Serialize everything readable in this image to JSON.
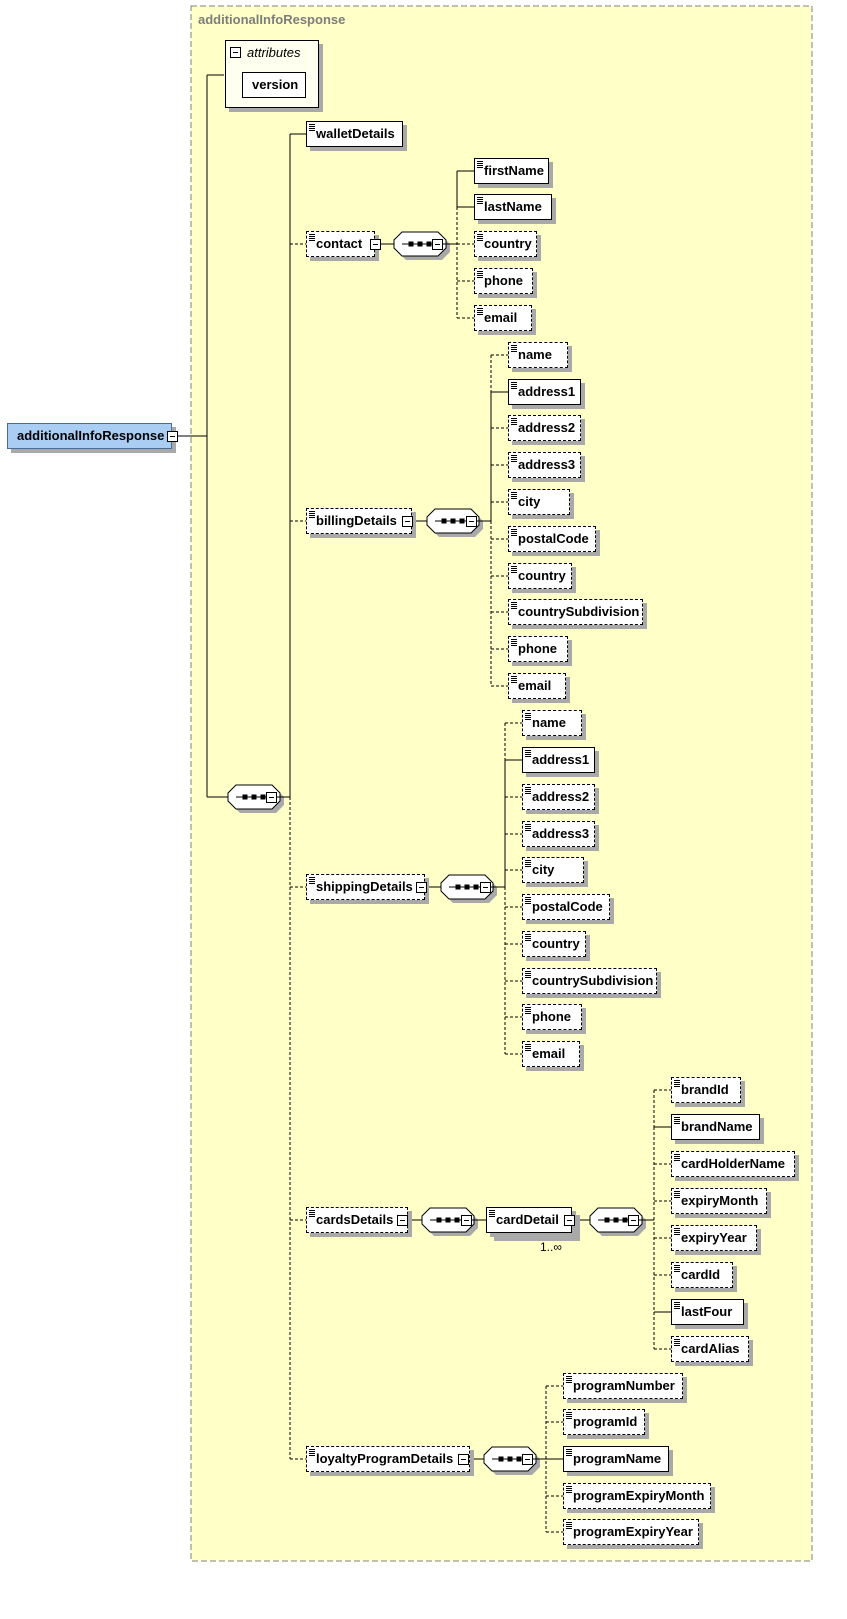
{
  "diagram": {
    "title": "additionalInfoResponse",
    "root": "additionalInfoResponse",
    "attributes_label": "attributes",
    "attribute": "version",
    "multiplicity": "1..∞"
  },
  "elements": {
    "walletDetails": "walletDetails",
    "contact": "contact",
    "contact_children": [
      "firstName",
      "lastName",
      "country",
      "phone",
      "email"
    ],
    "billingDetails": "billingDetails",
    "billing_children": [
      "name",
      "address1",
      "address2",
      "address3",
      "city",
      "postalCode",
      "country",
      "countrySubdivision",
      "phone",
      "email"
    ],
    "shippingDetails": "shippingDetails",
    "shipping_children": [
      "name",
      "address1",
      "address2",
      "address3",
      "city",
      "postalCode",
      "country",
      "countrySubdivision",
      "phone",
      "email"
    ],
    "cardsDetails": "cardsDetails",
    "cardDetail": "cardDetail",
    "card_children": [
      "brandId",
      "brandName",
      "cardHolderName",
      "expiryMonth",
      "expiryYear",
      "cardId",
      "lastFour",
      "cardAlias"
    ],
    "loyaltyProgramDetails": "loyaltyProgramDetails",
    "loyalty_children": [
      "programNumber",
      "programId",
      "programName",
      "programExpiryMonth",
      "programExpiryYear"
    ]
  },
  "colors": {
    "panel": "#ffffc8",
    "root": "#a9cdf3",
    "title": "#7d7d7d"
  }
}
